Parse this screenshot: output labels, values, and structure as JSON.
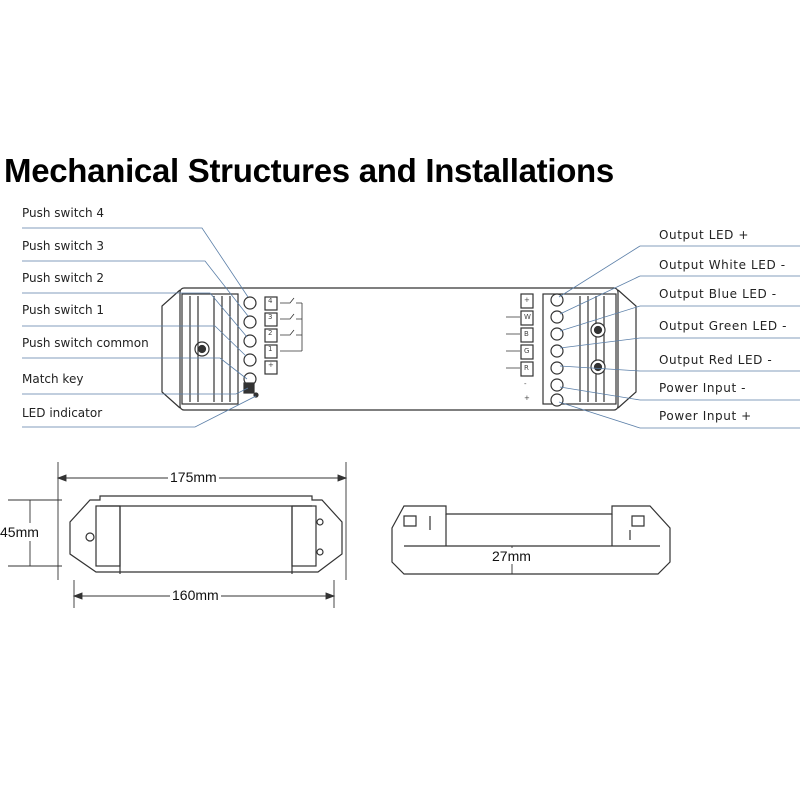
{
  "title": "Mechanical Structures and Installations",
  "left_labels": [
    "Push switch 4",
    "Push switch 3",
    "Push switch 2",
    "Push switch 1",
    "Push switch common",
    "Match key",
    "LED indicator"
  ],
  "right_labels": [
    "Output LED +",
    "Output White LED -",
    "Output Blue LED -",
    "Output Green LED -",
    "Output Red LED -",
    "Power Input -",
    "Power Input +"
  ],
  "switch_numbers": [
    "4",
    "3",
    "2",
    "1",
    "+"
  ],
  "output_marks": [
    "+",
    "W",
    "B",
    "G",
    "R",
    "-",
    "+"
  ],
  "dimensions": {
    "total_length": "175mm",
    "width": "45mm",
    "body_length": "160mm",
    "height": "27mm"
  },
  "colors": {
    "leader_line": "#5b7fa8",
    "outline": "#333333"
  }
}
